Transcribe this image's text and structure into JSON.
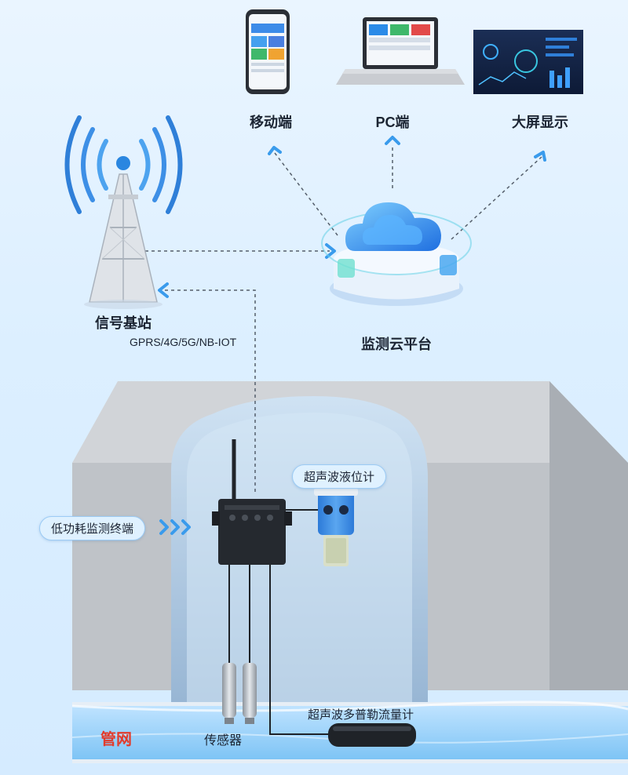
{
  "clients": {
    "mobile": "移动端",
    "pc": "PC端",
    "bigscreen": "大屏显示"
  },
  "base_station": {
    "title": "信号基站",
    "protocols": "GPRS/4G/5G/NB-IOT"
  },
  "cloud": {
    "title": "监测云平台"
  },
  "terminal": {
    "title": "低功耗监测终端"
  },
  "level_meter": {
    "title": "超声波液位计"
  },
  "flow_meter": {
    "title": "超声波多普勒流量计"
  },
  "sensor": {
    "title": "传感器"
  },
  "pipe": {
    "title": "管网"
  },
  "colors": {
    "accent": "#2a86e0",
    "arrow": "#3a9bec",
    "pipe_label": "#e23b2b",
    "concrete": "#bfc3c8"
  }
}
